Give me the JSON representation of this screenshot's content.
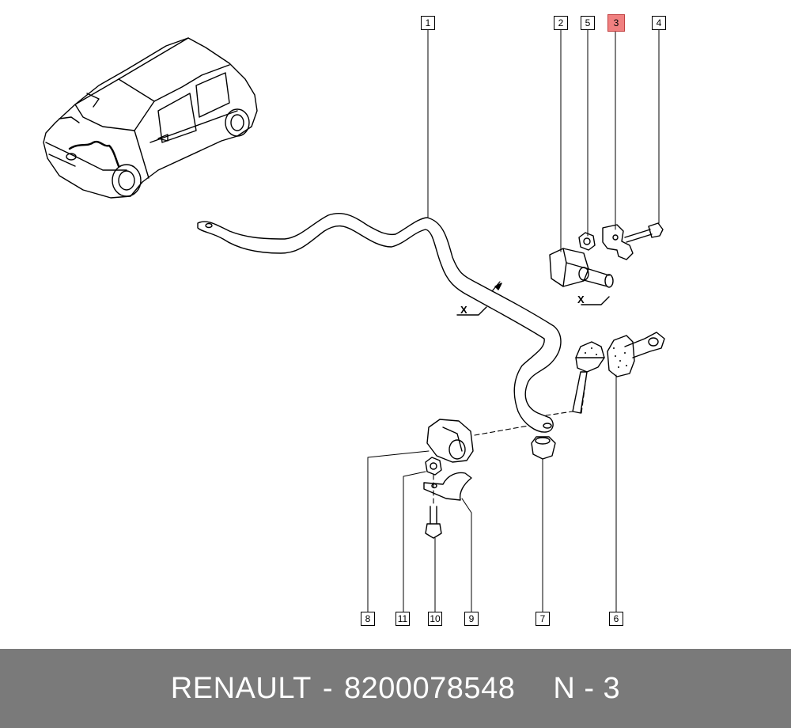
{
  "diagram": {
    "callouts": {
      "c1": "1",
      "c2": "2",
      "c3": "3",
      "c4": "4",
      "c5": "5",
      "c6": "6",
      "c7": "7",
      "c8": "8",
      "c9": "9",
      "c10": "10",
      "c11": "11"
    },
    "highlighted_callout": "3",
    "highlight_color": "#f08080",
    "section_marks": [
      "X",
      "X"
    ]
  },
  "footer": {
    "brand": "RENAULT",
    "dash": "-",
    "part_number": "8200078548",
    "position_code": "N - 3",
    "background_color": "#7a7a7a"
  }
}
